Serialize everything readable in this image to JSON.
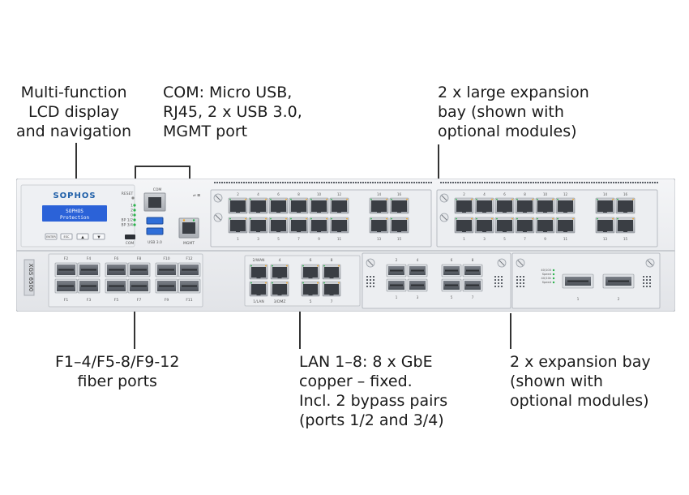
{
  "callouts": {
    "lcd": [
      "Multi-function",
      "LCD display",
      "and navigation"
    ],
    "com": [
      "COM: Micro USB,",
      "RJ45, 2 x USB 3.0,",
      "MGMT port"
    ],
    "large_bay": [
      "2 x large expansion",
      "bay (shown with",
      "optional modules)"
    ],
    "fiber": [
      "F1–4/F5-8/F9-12",
      "fiber ports"
    ],
    "lan": [
      "LAN 1–8: 8 x GbE",
      "copper – fixed.",
      "Incl. 2 bypass pairs",
      "(ports 1/2 and 3/4)"
    ],
    "exp_bay": [
      "2 x expansion bay",
      "(shown with",
      "optional modules)"
    ]
  },
  "device": {
    "brand": "SOPHOS",
    "lcd_line1": "SOPHOS",
    "lcd_line2": "Protection",
    "model": "XGS 6500",
    "nav_buttons": [
      "ENTER",
      "ESC",
      "▲",
      "▼"
    ],
    "reset_label": "RESET",
    "com_label": "COM",
    "usb_label": "USB 3.0",
    "mgmt_label": "MGMT",
    "microusb_label": "COM",
    "status_leds": [
      "1",
      "2",
      "0",
      "BP 1/2",
      "BP 3/4"
    ],
    "sfp_top_labels": [
      "F2",
      "F4",
      "F6",
      "F8",
      "F10",
      "F12"
    ],
    "sfp_bottom_labels": [
      "F1",
      "F3",
      "F5",
      "F7",
      "F9",
      "F11"
    ],
    "lan_top_labels": [
      "2/WAN",
      "4",
      "6",
      "8"
    ],
    "lan_bottom_labels": [
      "1/LAN",
      "3/DMZ",
      "5",
      "7"
    ],
    "module_a_top": [
      "2",
      "4",
      "6",
      "8",
      "10",
      "12",
      "14",
      "16"
    ],
    "module_a_bottom": [
      "1",
      "3",
      "5",
      "7",
      "9",
      "11",
      "13",
      "15"
    ],
    "module_b_top": [
      "2",
      "4",
      "6",
      "8",
      "10",
      "12",
      "14",
      "16"
    ],
    "module_b_bottom": [
      "1",
      "3",
      "5",
      "7",
      "9",
      "11",
      "13",
      "15"
    ],
    "sfp_module_labels": [
      "2",
      "4",
      "6",
      "8",
      "1",
      "3",
      "5",
      "7"
    ],
    "qsfp_led_labels": [
      "40/100",
      "Speed",
      "40/10k",
      "Speed"
    ],
    "qsfp_port_labels": [
      "1",
      "2"
    ]
  }
}
